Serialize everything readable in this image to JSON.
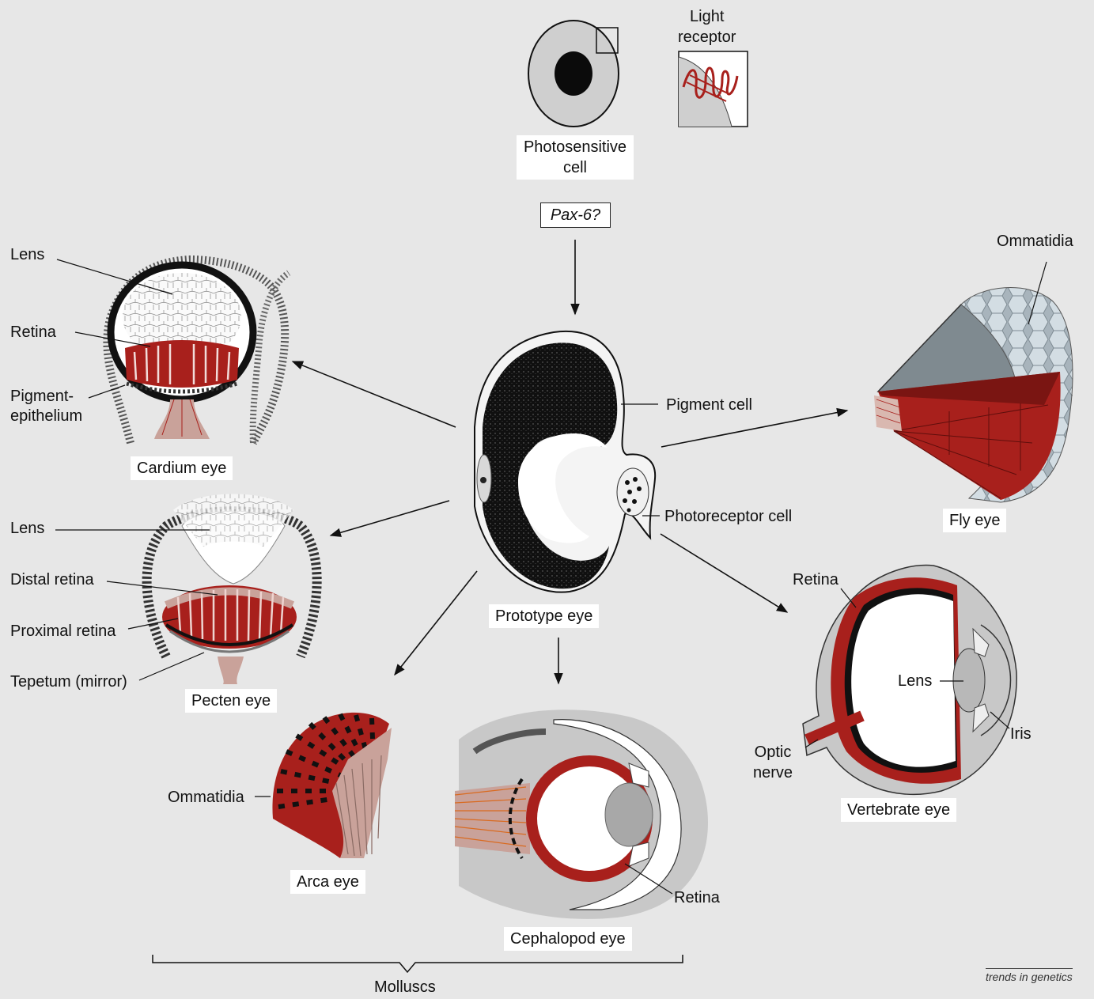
{
  "top": {
    "photosensitive_cell": "Photosensitive\ncell",
    "light_receptor": "Light\nreceptor",
    "pax6": "Pax-6?"
  },
  "prototype": {
    "caption": "Prototype eye",
    "pigment_cell": "Pigment cell",
    "photoreceptor_cell": "Photoreceptor cell"
  },
  "cardium": {
    "caption": "Cardium eye",
    "lens": "Lens",
    "retina": "Retina",
    "pigment_epithelium": "Pigment-\nepithelium"
  },
  "pecten": {
    "caption": "Pecten eye",
    "lens": "Lens",
    "distal_retina": "Distal retina",
    "proximal_retina": "Proximal retina",
    "tepetum": "Tepetum (mirror)"
  },
  "arca": {
    "caption": "Arca eye",
    "ommatidia": "Ommatidia"
  },
  "cephalopod": {
    "caption": "Cephalopod eye",
    "retina": "Retina"
  },
  "fly": {
    "caption": "Fly eye",
    "ommatidia": "Ommatidia"
  },
  "vertebrate": {
    "caption": "Vertebrate eye",
    "retina": "Retina",
    "lens": "Lens",
    "iris": "Iris",
    "optic_nerve": "Optic\nnerve"
  },
  "molluscs": "Molluscs",
  "credit": "trends in genetics",
  "colors": {
    "background": "#e7e7e7",
    "tissue_red": "#a8201c",
    "pigment_black": "#111111",
    "tissue_grey": "#c8c8c8",
    "nerve_pink": "#c9a29a"
  }
}
